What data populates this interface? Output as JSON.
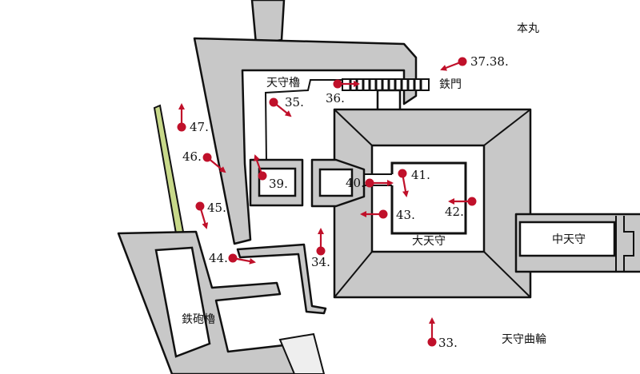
{
  "areas": {
    "honmaru": "本丸",
    "tenshu_yagura": "天守櫓",
    "kuro_gate": "鉄門",
    "dai_tenshu": "大天守",
    "naka_tenshu": "中天守",
    "teppo_yagura": "鉄砲櫓",
    "tenshu_kuruwa": "天守曲輪"
  },
  "markers": {
    "m3738": "37.38.",
    "m36": "36.",
    "m35": "35.",
    "m47": "47.",
    "m46": "46.",
    "m45": "45.",
    "m44": "44.",
    "m39": "39.",
    "m40": "40.",
    "m41": "41.",
    "m42": "42.",
    "m43": "43.",
    "m34": "34.",
    "m33": "33."
  },
  "colors": {
    "marker": "#c0102a",
    "wall": "#c8c8c8",
    "moat_strip": "#c8d98a"
  }
}
